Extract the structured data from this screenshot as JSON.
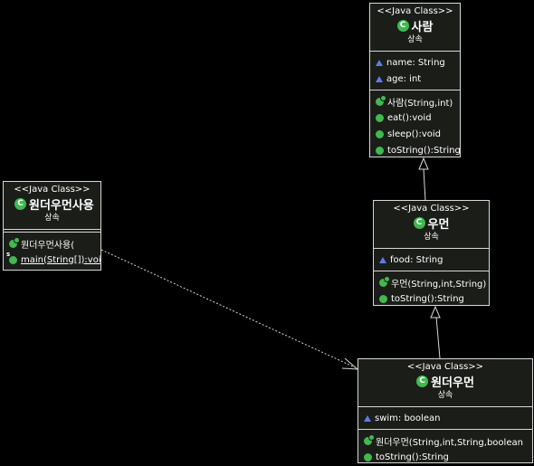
{
  "classes": {
    "person": {
      "stereotype": "<<Java Class>>",
      "name": "사람",
      "package": "상속",
      "attributes": [
        "name: String",
        "age: int"
      ],
      "operations": [
        "사람(String,int)",
        "eat():void",
        "sleep():void",
        "toString():String"
      ]
    },
    "ramen": {
      "stereotype": "<<Java Class>>",
      "name": "우먼",
      "package": "상속",
      "attributes": [
        "food: String"
      ],
      "operations": [
        "우먼(String,int,String)",
        "toString():String"
      ]
    },
    "wonder": {
      "stereotype": "<<Java Class>>",
      "name": "원더우먼",
      "package": "상속",
      "attributes": [
        "swim: boolean"
      ],
      "operations": [
        "원더우먼(String,int,String,boolean",
        "toString():String"
      ]
    },
    "user": {
      "stereotype": "<<Java Class>>",
      "name": "원더우먼사용",
      "package": "상속",
      "attributes": [],
      "operations": [
        "원더우먼사용(",
        "main(String[]):void"
      ]
    }
  },
  "icons": {
    "class_icon": "C",
    "attribute_icon": "triangle",
    "method_icon": "circle"
  },
  "colors": {
    "background": "#000000",
    "box_fill": "#1b1d19",
    "border": "#d8d8d8",
    "method_green": "#3fb950",
    "attribute_blue": "#5b7ee5"
  }
}
